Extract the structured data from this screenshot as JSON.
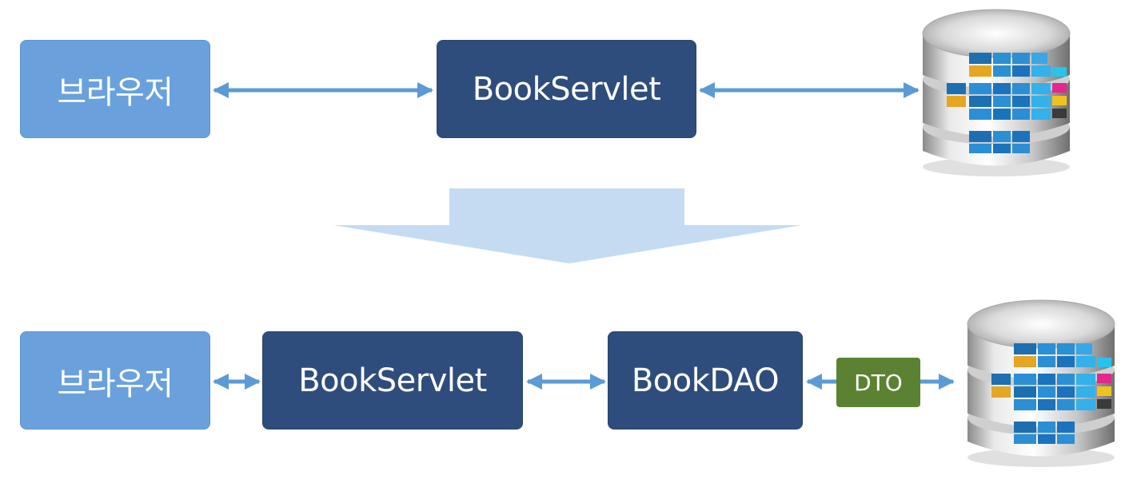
{
  "before": {
    "browser_label": "브라우저",
    "servlet_label": "BookServlet"
  },
  "after": {
    "browser_label": "브라우저",
    "servlet_label": "BookServlet",
    "dao_label": "BookDAO",
    "dto_label": "DTO"
  },
  "colors": {
    "browser_box": "#6aa1dc",
    "component_box": "#2e4d7c",
    "dto_badge": "#5b8232",
    "connector_arrow": "#5b9bd5",
    "transition_arrow": "#c5dbf2"
  },
  "icons": {
    "database": "database-icon"
  }
}
